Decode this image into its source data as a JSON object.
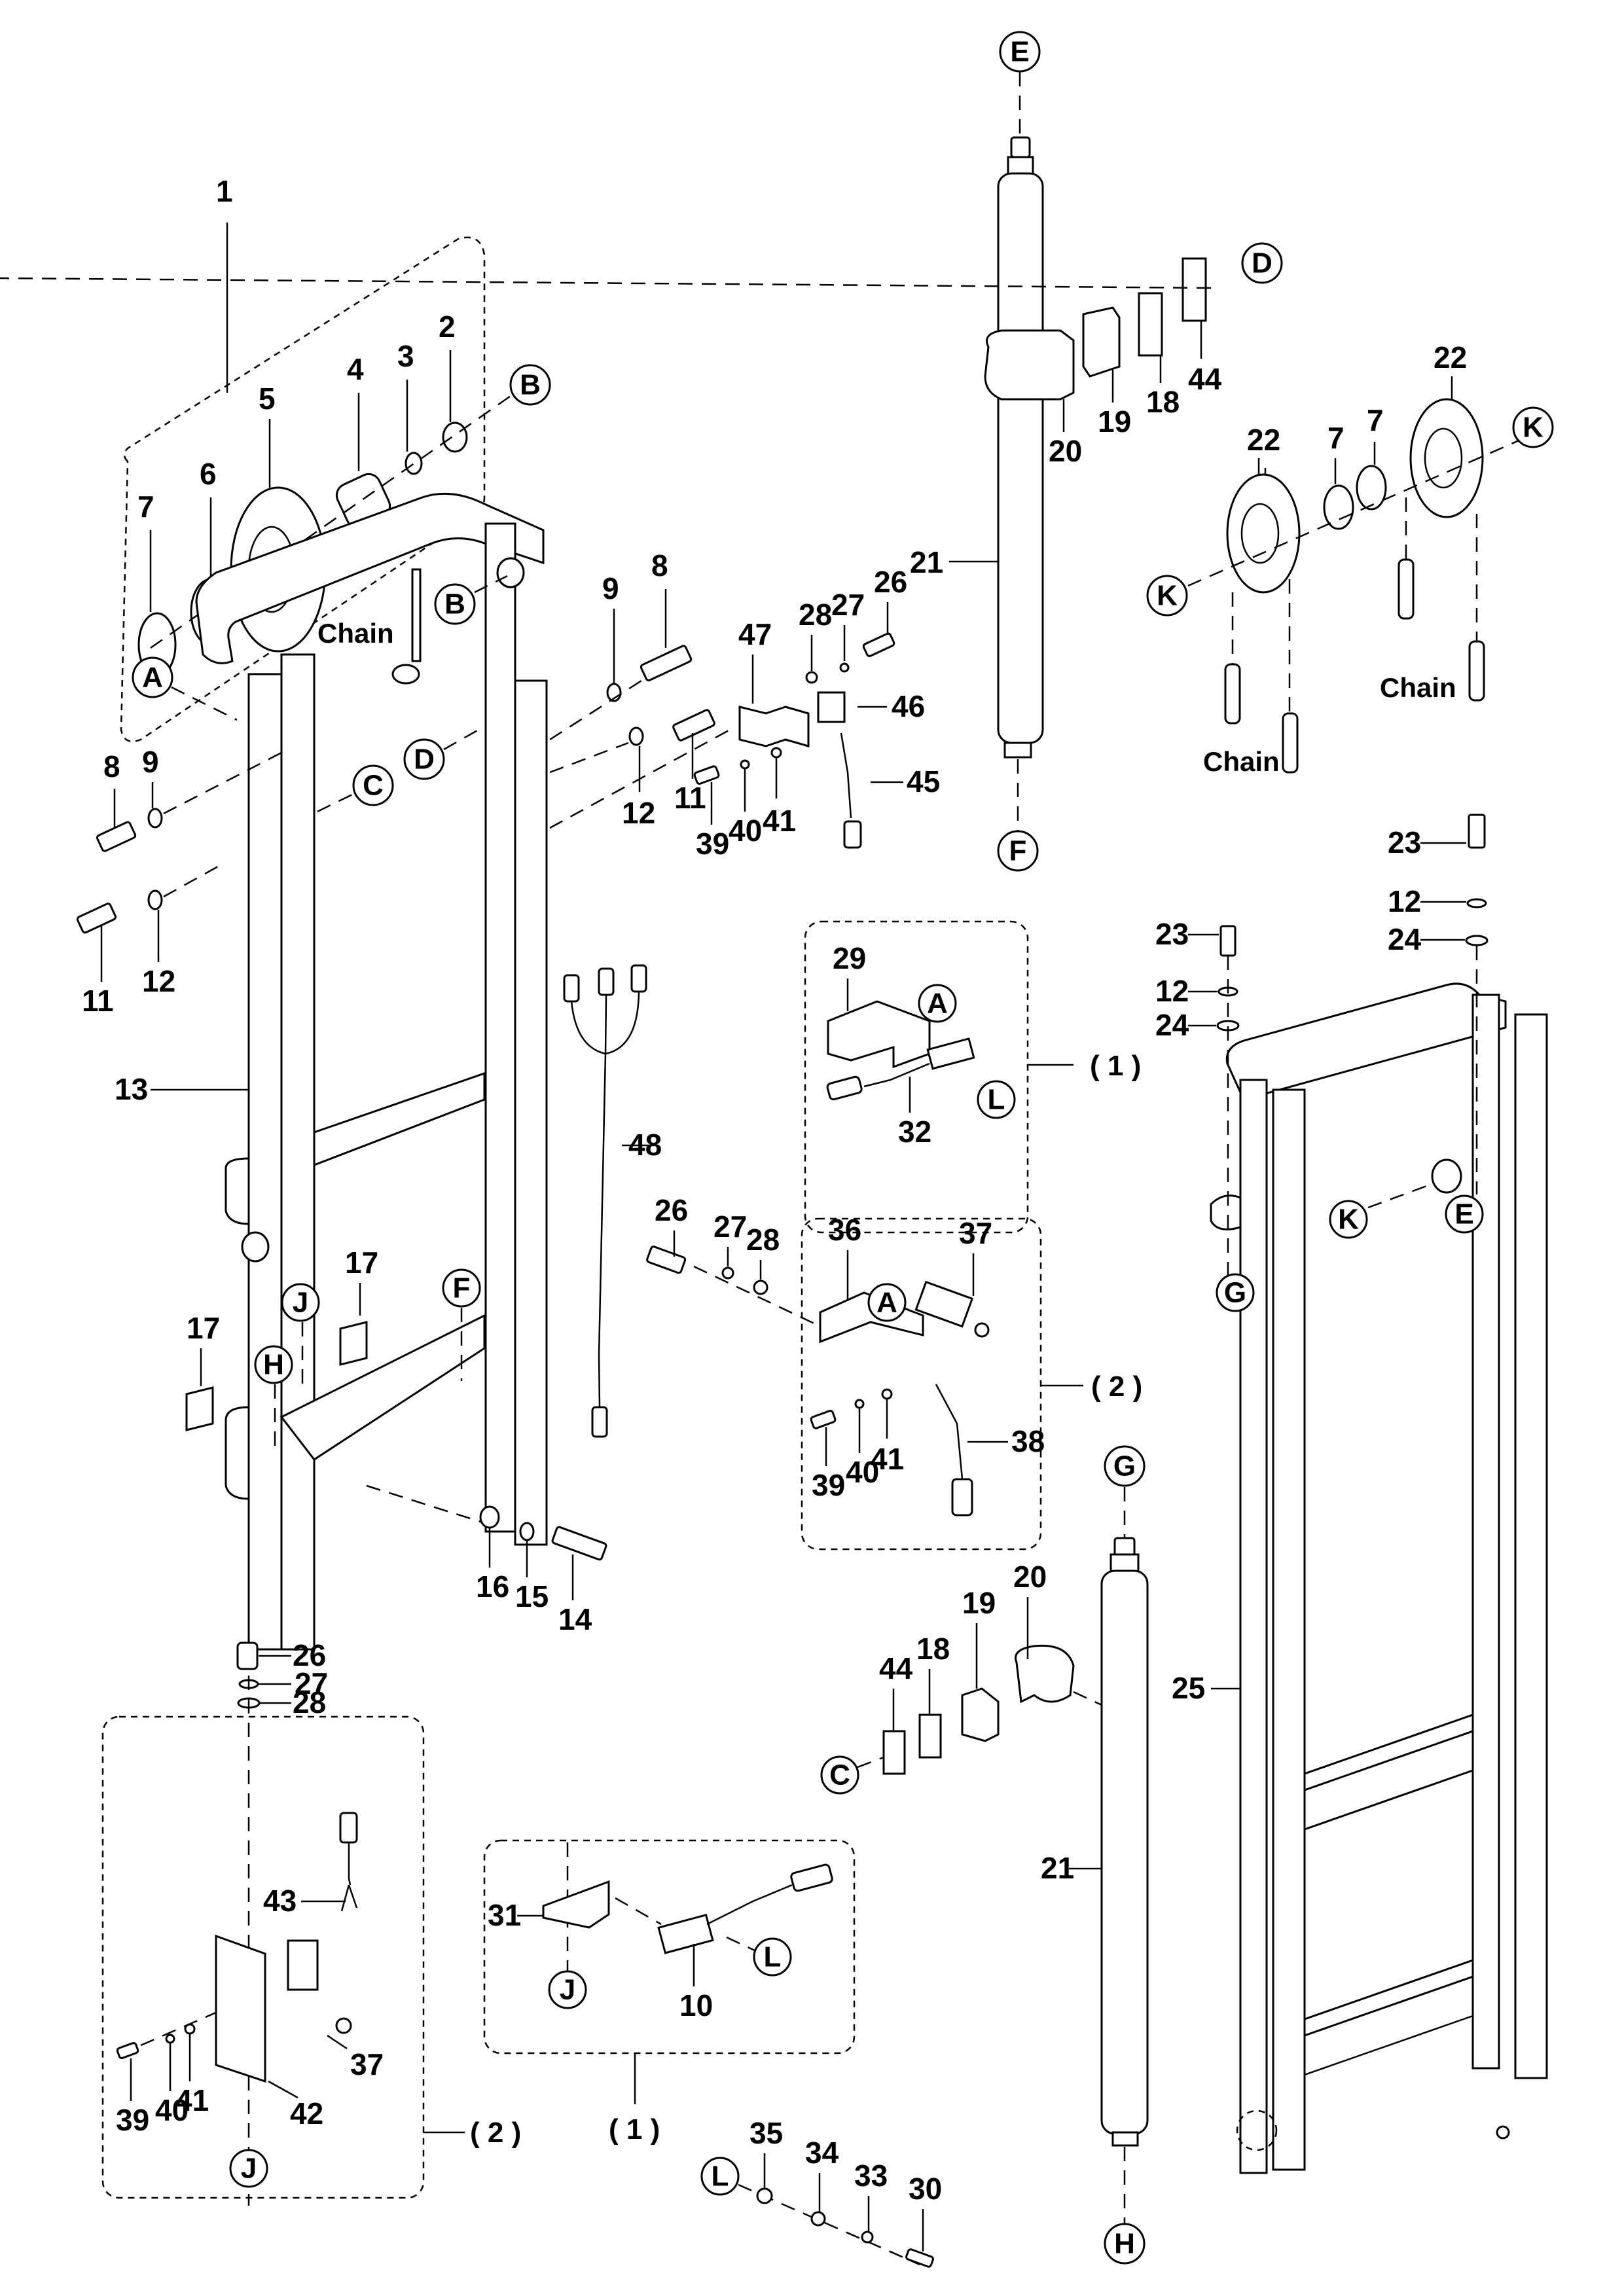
{
  "diagram": {
    "type": "exploded-parts-view",
    "subject": "Mast assembly with lift cylinders, chains, rollers and switches",
    "part_numbers": [
      "1",
      "2",
      "3",
      "4",
      "5",
      "6",
      "7",
      "8",
      "9",
      "10",
      "11",
      "12",
      "13",
      "14",
      "15",
      "16",
      "17",
      "18",
      "19",
      "20",
      "21",
      "22",
      "23",
      "24",
      "25",
      "26",
      "27",
      "28",
      "29",
      "30",
      "31",
      "32",
      "33",
      "34",
      "35",
      "36",
      "37",
      "38",
      "39",
      "40",
      "41",
      "42",
      "43",
      "44",
      "45",
      "46",
      "47",
      "48"
    ],
    "reference_letters": [
      "A",
      "B",
      "C",
      "D",
      "E",
      "F",
      "G",
      "H",
      "J",
      "K",
      "L"
    ],
    "group_labels": [
      "( 1 )",
      "( 2 )"
    ],
    "text_labels": {
      "chain": "Chain"
    }
  },
  "labels": {
    "p1": "1",
    "p2": "2",
    "p3": "3",
    "p4": "4",
    "p5": "5",
    "p6": "6",
    "p7": "7",
    "p8": "8",
    "p9": "9",
    "p10": "10",
    "p11": "11",
    "p12": "12",
    "p13": "13",
    "p14": "14",
    "p15": "15",
    "p16": "16",
    "p17": "17",
    "p18": "18",
    "p19": "19",
    "p20": "20",
    "p21": "21",
    "p22": "22",
    "p23": "23",
    "p24": "24",
    "p25": "25",
    "p26": "26",
    "p27": "27",
    "p28": "28",
    "p29": "29",
    "p30": "30",
    "p31": "31",
    "p32": "32",
    "p33": "33",
    "p34": "34",
    "p35": "35",
    "p36": "36",
    "p37": "37",
    "p38": "38",
    "p39": "39",
    "p40": "40",
    "p41": "41",
    "p42": "42",
    "p43": "43",
    "p44": "44",
    "p45": "45",
    "p46": "46",
    "p47": "47",
    "p48": "48"
  },
  "refs": {
    "A": "A",
    "B": "B",
    "C": "C",
    "D": "D",
    "E": "E",
    "F": "F",
    "G": "G",
    "H": "H",
    "J": "J",
    "K": "K",
    "L": "L"
  },
  "groups": {
    "g1": "( 1 )",
    "g2": "( 2 )"
  },
  "chain": "Chain"
}
